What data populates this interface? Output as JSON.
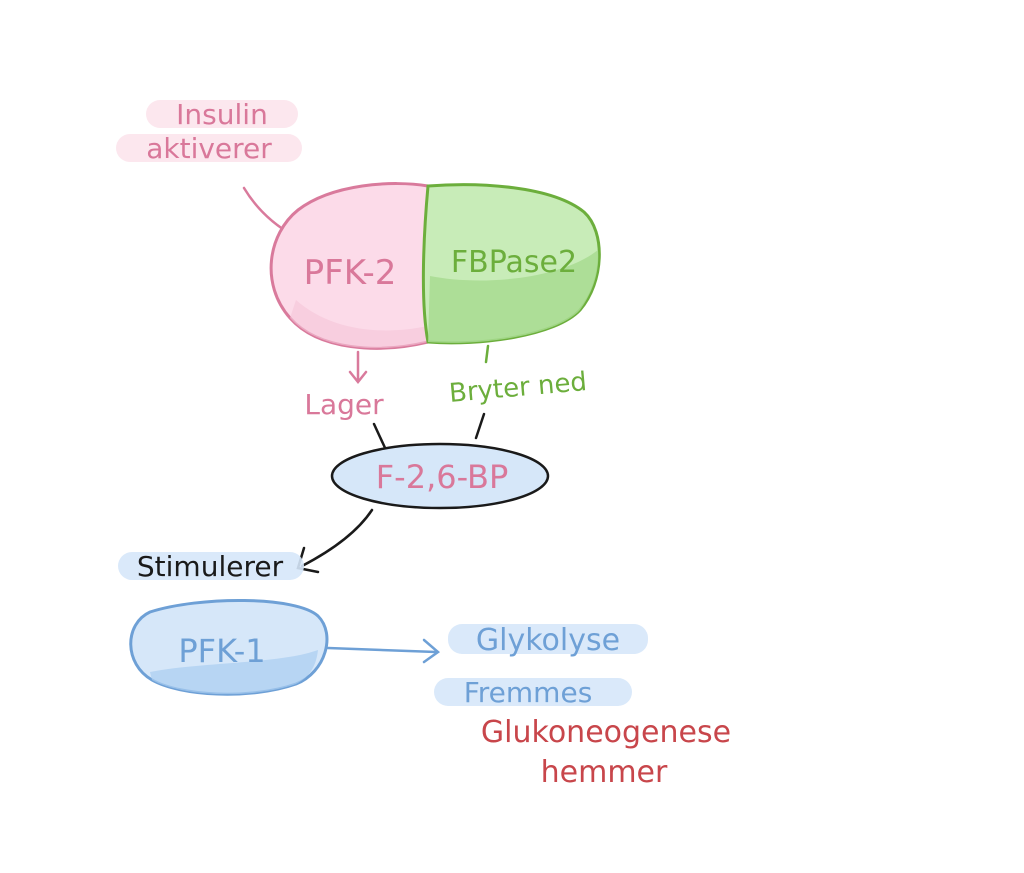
{
  "colors": {
    "pink_text": "#d9789a",
    "pink_stroke": "#d97a9c",
    "pink_fill": "#fcdbe9",
    "green_text": "#6cae3c",
    "green_stroke": "#6cae3c",
    "green_fill": "#a8dc90",
    "blue_text": "#6ea0d6",
    "blue_stroke": "#6ea0d6",
    "blue_fill": "#cfe3f8",
    "red_text": "#c8464b",
    "black": "#1a1a1a"
  },
  "insulin": {
    "line1": "Insulin",
    "line2": "aktiverer"
  },
  "pfk2": {
    "label": "PFK-2"
  },
  "fbpase2": {
    "label": "FBPase2"
  },
  "lager": {
    "label": "Lager"
  },
  "bryter": {
    "label": "Bryter ned"
  },
  "f26bp": {
    "label": "F-2,6-BP"
  },
  "stimulerer": {
    "label": "Stimulerer"
  },
  "pfk1": {
    "label": "PFK-1"
  },
  "glykolyse": {
    "label": "Glykolyse",
    "status": "Fremmes"
  },
  "glukoneogenese": {
    "label": "Glukoneogenese",
    "status": "hemmer"
  }
}
